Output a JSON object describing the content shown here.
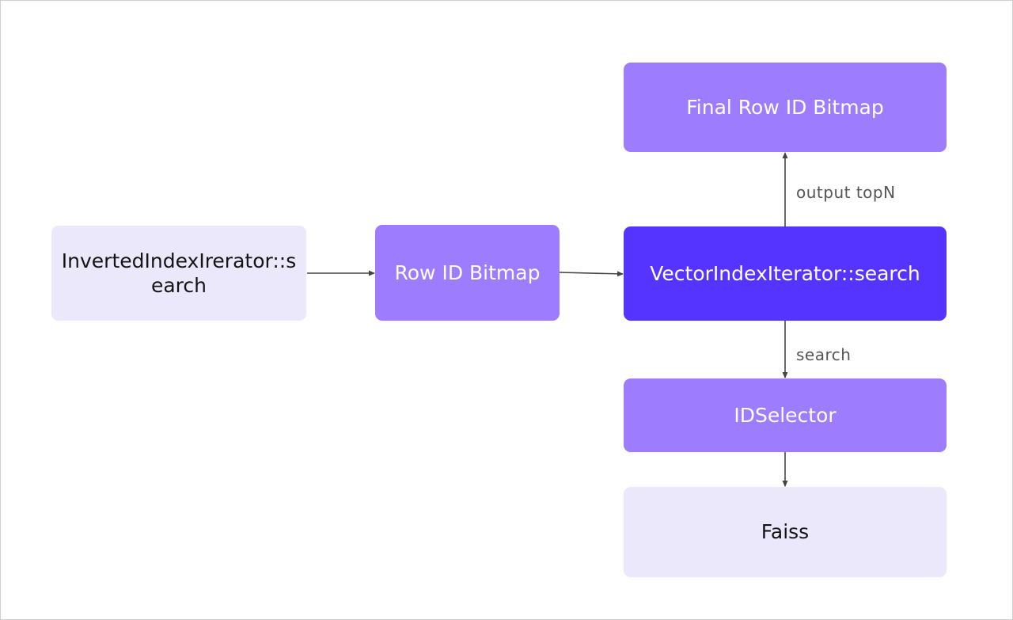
{
  "nodes": {
    "inverted_index_iterator": "InvertedIndexIrerator::search",
    "row_id_bitmap": "Row ID Bitmap",
    "vector_index_iterator": "VectorIndexIterator::search",
    "final_row_id_bitmap": "Final Row ID Bitmap",
    "id_selector": "IDSelector",
    "faiss": "Faiss"
  },
  "edges": {
    "output_topn": "output topN",
    "search": "search"
  },
  "colors": {
    "light_node": "#ece8fc",
    "mid_node": "#9d7cfe",
    "dark_node": "#5634ff",
    "edge": "#444444"
  }
}
